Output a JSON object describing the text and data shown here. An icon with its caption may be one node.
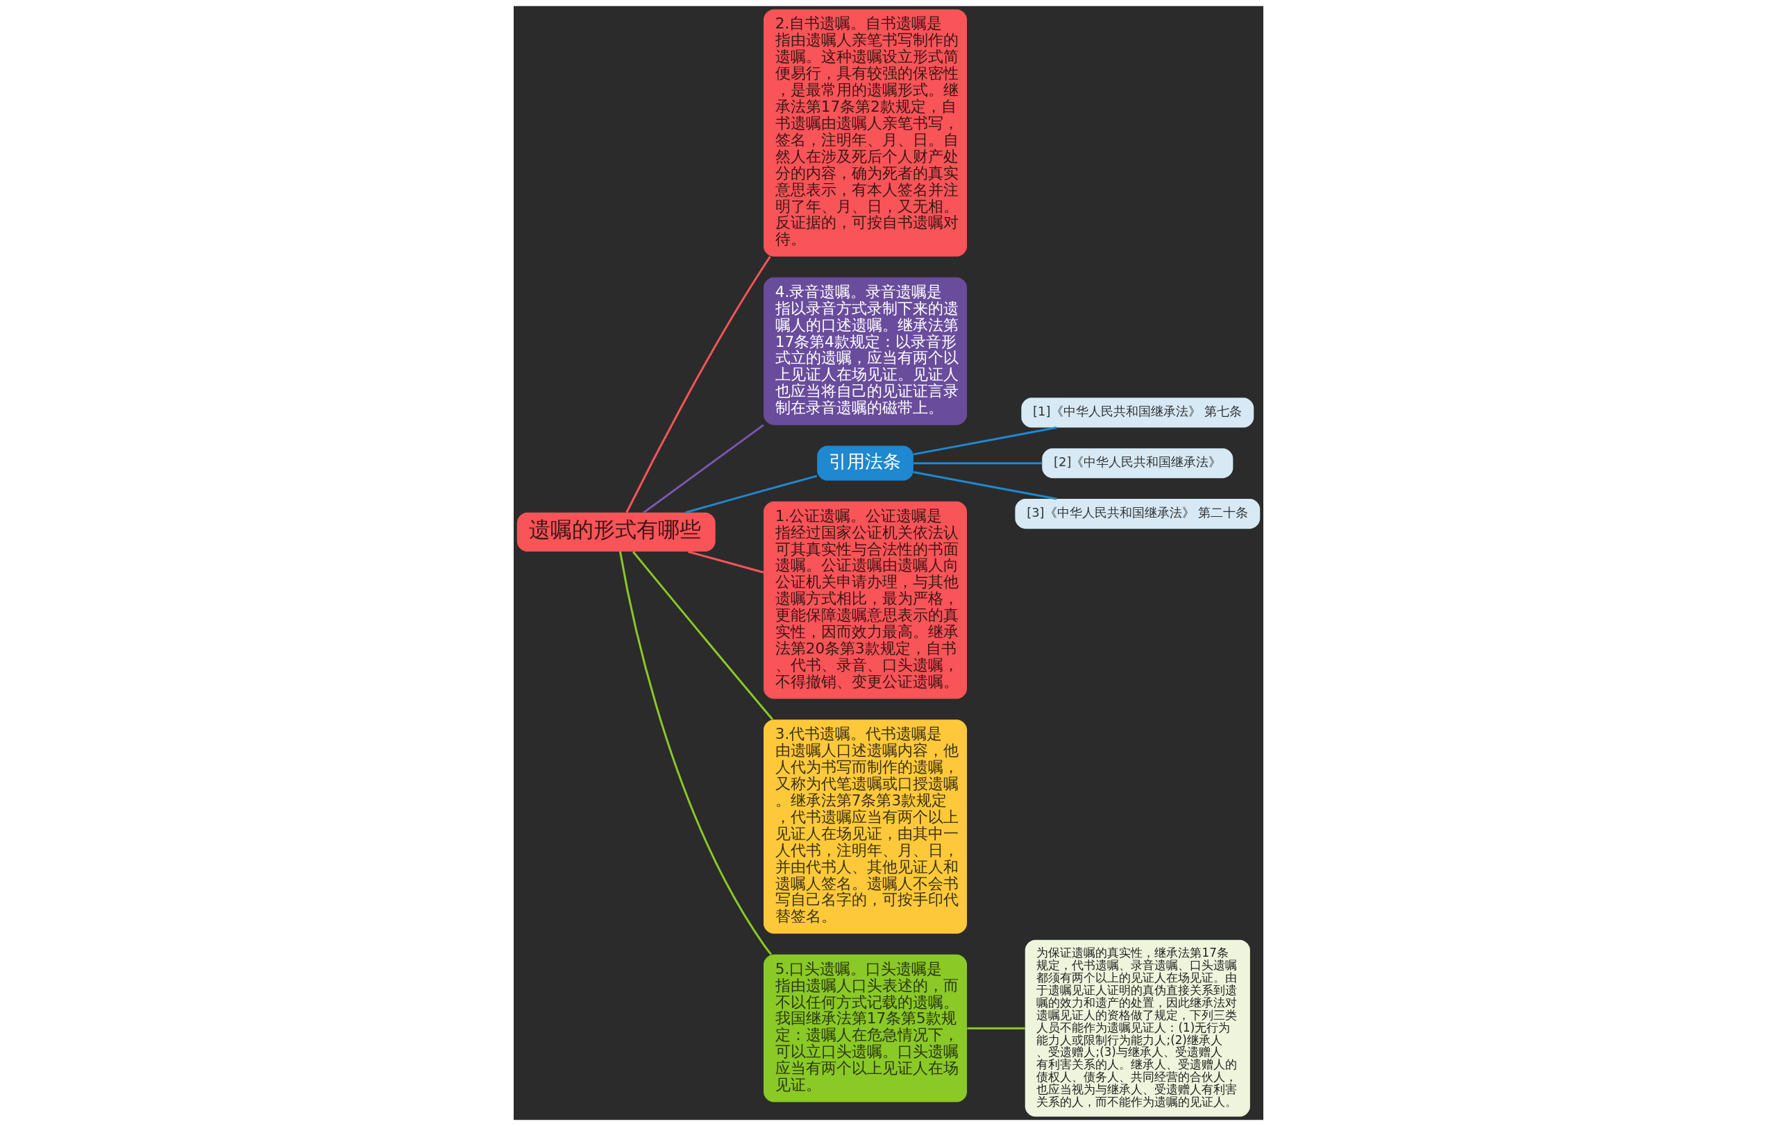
{
  "diagram": {
    "nodes": [
      {
        "text": [
          "遗嘱的形式有哪些"
        ]
      },
      {
        "text": [
          "2.自书遗嘱。自书遗嘱是指由遗嘱人亲笔书写制作的遗嘱。这种遗嘱设立形式简便易行，具有较强的保密性，是最常用的遗嘱形式。继承法第17条第2款规定，自书遗嘱由遗嘱人亲笔书写，签名，注明年、月、日。自然人在涉及死后个人财产处分的内容，确为死者的真实意思表示，有本人签名并注明了年、月、日，又无相。反证据的，可按自书遗嘱对待。"
        ]
      },
      {
        "text": [
          "4.录音遗嘱。录音遗嘱是指以录音方式录制下来的遗嘱人的口述遗嘱。继承法第17条第4款规定：以录音形式立的遗嘱，应当有两个以上见证人在场见证。见证人也应当将自己的见证证言录制在录音遗嘱的磁带上。"
        ]
      },
      {
        "text": [
          "引用法条"
        ]
      },
      {
        "text": [
          "[1]《中华人民共和国继承法》 第七条"
        ]
      },
      {
        "text": [
          "[2]《中华人民共和国继承法》"
        ]
      },
      {
        "text": [
          "[3]《中华人民共和国继承法》 第二十条"
        ]
      },
      {
        "text": [
          "1.公证遗嘱。公证遗嘱是指经过国家公证机关依法认可其真实性与合法性的书面遗嘱。公证遗嘱由遗嘱人向公证机关申请办理，与其他遗嘱方式相比，最为严格，更能保障遗嘱意思表示的真实性，因而效力最高。继承法第20条第3款规定，自书、代书、录音、口头遗嘱，不得撤销、变更公证遗嘱。"
        ]
      },
      {
        "text": [
          "3.代书遗嘱。代书遗嘱是由遗嘱人口述遗嘱内容，他人代为书写而制作的遗嘱，又称为代笔遗嘱或口授遗嘱。继承法第7条第3款规定，代书遗嘱应当有两个以上见证人在场见证，由其中一人代书，注明年、月、日，并由代书人、其他见证人和遗嘱人签名。遗嘱人不会书写自己名字的，可按手印代替签名。"
        ]
      },
      {
        "text": [
          "5.口头遗嘱。口头遗嘱是指由遗嘱人口头表述的，而不以任何方式记载的遗嘱。我国继承法第17条第5款规定：遗嘱人在危急情况下，可以立口头遗嘱。口头遗嘱应当有两个以上见证人在场见证。"
        ]
      },
      {
        "text": [
          "为保证遗嘱的真实性，继承法第17条规定，代书遗嘱、录音遗嘱、口头遗嘱都须有两个以上的见证人在场见证。由于遗嘱见证人证明的真伪直接关系到遗嘱的效力和遗产的处置，因此继承法对遗嘱见证人的资格做了规定，下列三类人员不能作为遗嘱见证人：(1)无行为能力人或限制行为能力人;(2)继承人、受遗赠人;(3)与继承人、受遗赠人有利害关系的人。继承人、受遗赠人的债权人、债务人、共同经营的合伙人，也应当视为与继承人、受遗赠人有利害关系的人，而不能作为遗嘱的见证人。"
        ]
      }
    ],
    "edges": [
      {
        "from": 0,
        "to": 1,
        "arrow": "none",
        "color": "#f95458"
      },
      {
        "from": 0,
        "to": 2,
        "arrow": "none",
        "color": "#7a57b0"
      },
      {
        "from": 0,
        "to": 3,
        "arrow": "none"
      },
      {
        "from": 3,
        "to": 4,
        "arrow": "none"
      },
      {
        "from": 3,
        "to": 5,
        "arrow": "none"
      },
      {
        "from": 3,
        "to": 6,
        "arrow": "none"
      },
      {
        "from": 0,
        "to": 7,
        "arrow": "none",
        "color": "#f95458"
      },
      {
        "from": 0,
        "to": 8,
        "arrow": "none",
        "color": "#8ac926"
      },
      {
        "from": 0,
        "to": 9,
        "arrow": "none",
        "color": "#8ac926"
      },
      {
        "from": 9,
        "to": 10,
        "arrow": "none",
        "color": "#8ac926"
      }
    ]
  }
}
